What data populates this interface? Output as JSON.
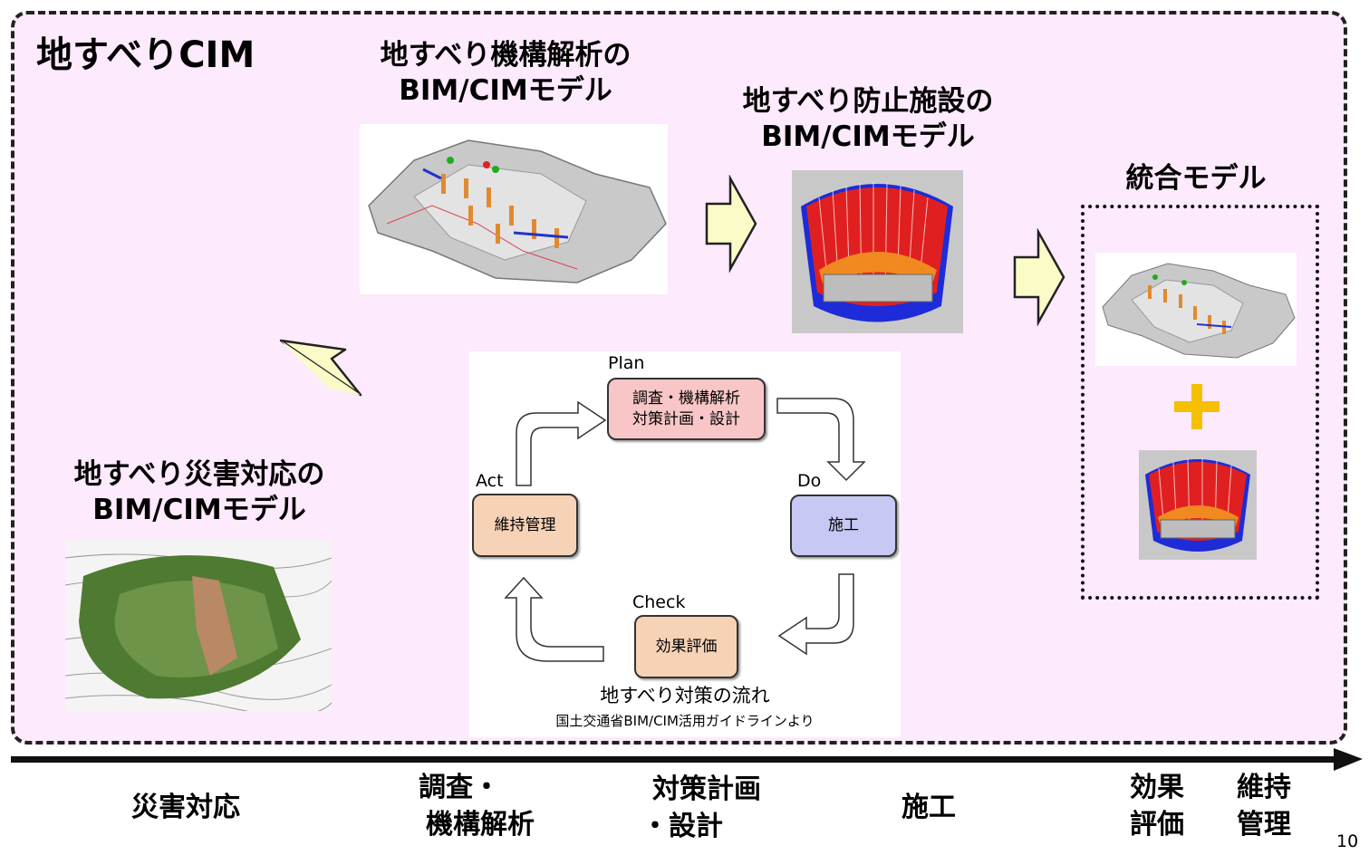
{
  "title": "地すべりCIM",
  "models": {
    "mechanism_line1": "地すべり機構解析の",
    "mechanism_line2": "BIM/CIMモデル",
    "prevention_line1": "地すべり防止施設の",
    "prevention_line2": "BIM/CIMモデル",
    "integrated": "統合モデル",
    "disaster_line1": "地すべり災害対応の",
    "disaster_line2": "BIM/CIMモデル"
  },
  "pdca": {
    "plan_label": "Plan",
    "plan_line1": "調査・機構解析",
    "plan_line2": "対策計画・設計",
    "do_label": "Do",
    "do_text": "施工",
    "check_label": "Check",
    "check_text": "効果評価",
    "act_label": "Act",
    "act_text": "維持管理",
    "caption": "地すべり対策の流れ",
    "source": "国土交通省BIM/CIM活用ガイドラインより"
  },
  "timeline": {
    "disaster": "災害対応",
    "survey_line1": "調査・",
    "survey_line2": "機構解析",
    "plan_line1": "対策計画",
    "plan_line2": "・設計",
    "construction": "施工",
    "eval_line1": "効果",
    "eval_line2": "評価",
    "maint_line1": "維持",
    "maint_line2": "管理"
  },
  "page_number": "10",
  "colors": {
    "panel_bg": "#fdeafc",
    "arrow_fill": "#fbfbc8",
    "plan_box": "#f8c6c6",
    "do_box": "#c8c8f4",
    "check_box": "#f6d2b6",
    "act_box": "#f6d2b6",
    "plus": "#f5c000"
  }
}
